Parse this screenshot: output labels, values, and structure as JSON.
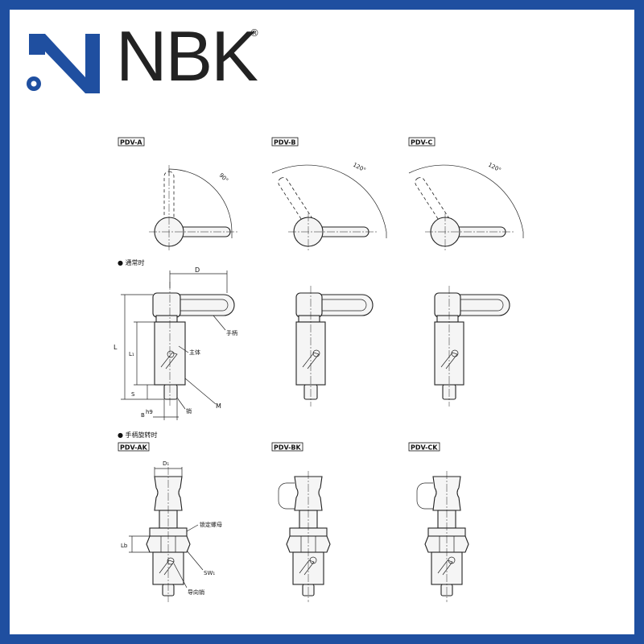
{
  "brand": {
    "name": "NBK",
    "registered": "®",
    "color": "#1f4fa0"
  },
  "top_row": {
    "models": [
      "PDV-A",
      "PDV-B",
      "PDV-C"
    ],
    "angles": [
      "90°",
      "120°",
      "120°"
    ]
  },
  "section_normal": {
    "title": "● 通常时",
    "dims": {
      "D": "D",
      "L": "L",
      "L1": "L₁",
      "S": "S",
      "B": "B",
      "B_sup": "h9",
      "M": "M"
    },
    "callouts": {
      "handle": "手柄",
      "body": "主体",
      "pin": "销"
    }
  },
  "section_rotated": {
    "title": "● 手柄旋转时",
    "models": [
      "PDV-AK",
      "PDV-BK",
      "PDV-CK"
    ],
    "dims": {
      "D1": "D₁",
      "Lb": "Lb",
      "SW1": "SW₁"
    },
    "callouts": {
      "lock_nut": "锁定螺母",
      "guide_pin": "导向销"
    }
  }
}
